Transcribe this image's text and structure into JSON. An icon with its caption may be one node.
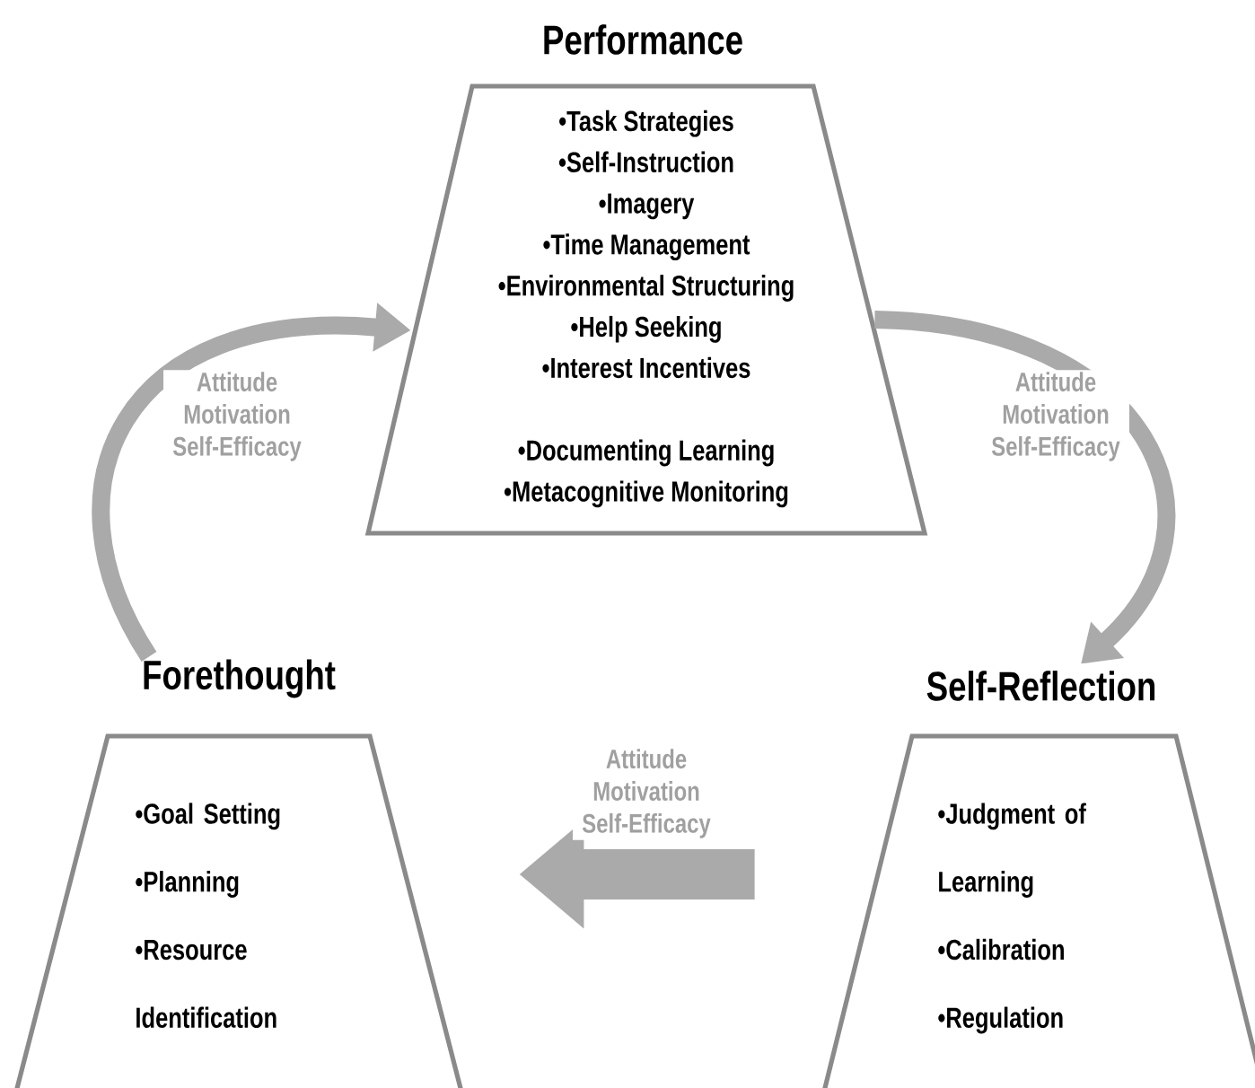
{
  "diagram": {
    "nodes": [
      {
        "text": [
          "Performance",
          "•Task Strategies",
          "•Self-Instruction",
          "•Imagery",
          "•Time Management",
          "•Environmental Structuring",
          "•Help Seeking",
          "•Interest Incentives",
          "•Documenting Learning",
          "•Metacognitive Monitoring"
        ]
      },
      {
        "text": [
          "Forethought",
          "•Goal Setting",
          "•Planning",
          "•Resource Identification"
        ]
      },
      {
        "text": [
          "Self-Reflection",
          "•Judgment of Learning",
          "•Calibration",
          "•Regulation"
        ]
      }
    ],
    "edges": [
      {
        "from": 1,
        "to": 0,
        "arrow": "to",
        "label": "Attitude Motivation Self-Efficacy"
      },
      {
        "from": 0,
        "to": 2,
        "arrow": "to",
        "label": "Attitude Motivation Self-Efficacy"
      },
      {
        "from": 2,
        "to": 1,
        "arrow": "to",
        "label": "Attitude Motivation Self-Efficacy",
        "style": "thick"
      }
    ]
  }
}
